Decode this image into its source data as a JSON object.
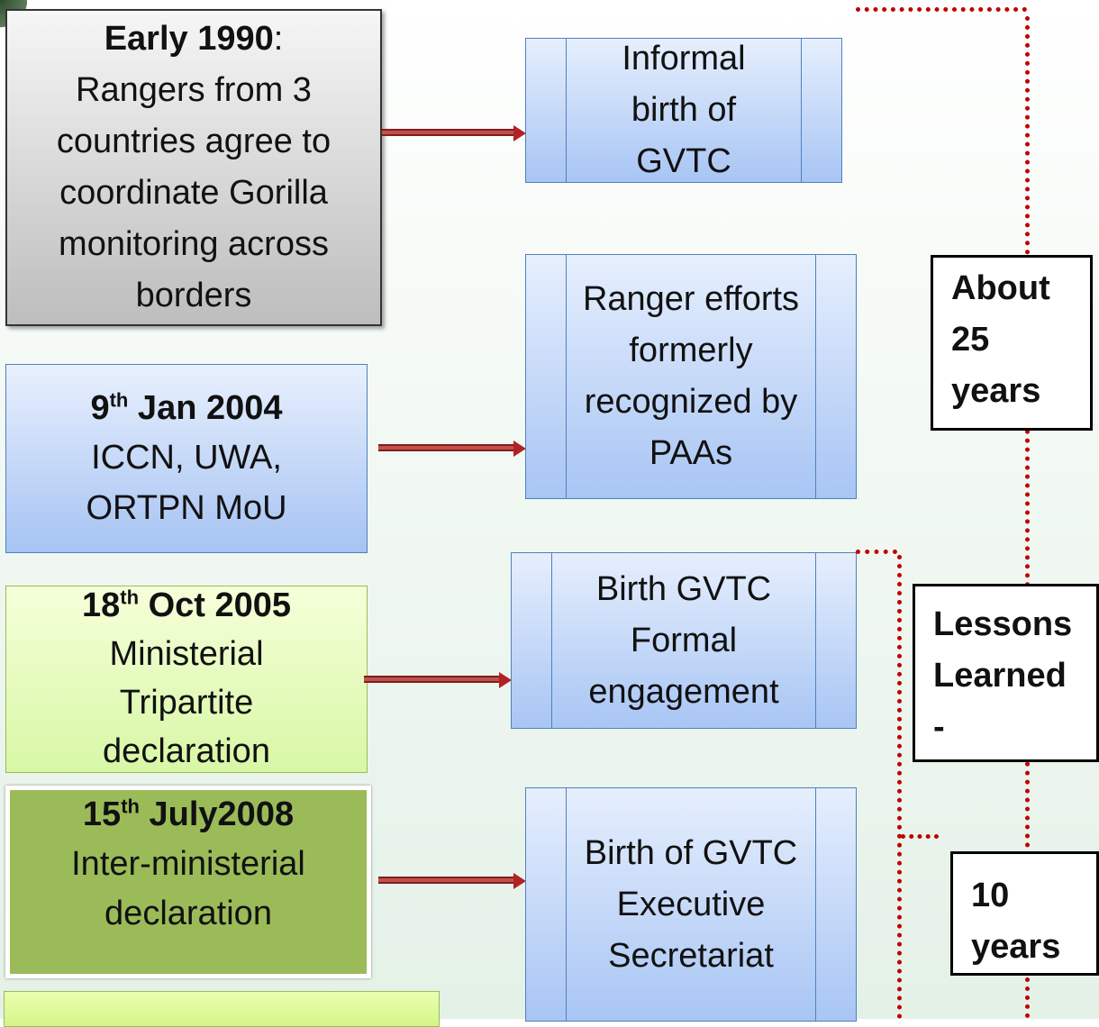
{
  "events": [
    {
      "date": "Early 1990",
      "suffix": "",
      "rest": "",
      "colon": ":",
      "text": "Rangers from 3 countries agree to coordinate Gorilla monitoring across borders"
    },
    {
      "date": "9",
      "suffix": "th",
      "rest": " Jan 2004",
      "colon": "",
      "text": "ICCN, UWA, ORTPN MoU"
    },
    {
      "date": "18",
      "suffix": "th",
      "rest": " Oct 2005",
      "colon": "",
      "text": "Ministerial Tripartite declaration"
    },
    {
      "date": "15",
      "suffix": "th",
      "rest": " July2008",
      "colon": "",
      "text": "Inter-ministerial declaration"
    }
  ],
  "outcomes": [
    "Informal birth of GVTC",
    "Ranger efforts formerly recognized by PAAs",
    "Birth GVTC Formal engagement",
    "Birth of GVTC Executive Secretariat"
  ],
  "labels": {
    "about": "About 25 years",
    "lessons": "Lessons Learned",
    "lessons_dash": "-",
    "ten": "10 years"
  },
  "colors": {
    "arrow": "#c0504d",
    "timeline": "#c00000",
    "process_border": "#4f81bd",
    "olive": "#9bbb59"
  }
}
